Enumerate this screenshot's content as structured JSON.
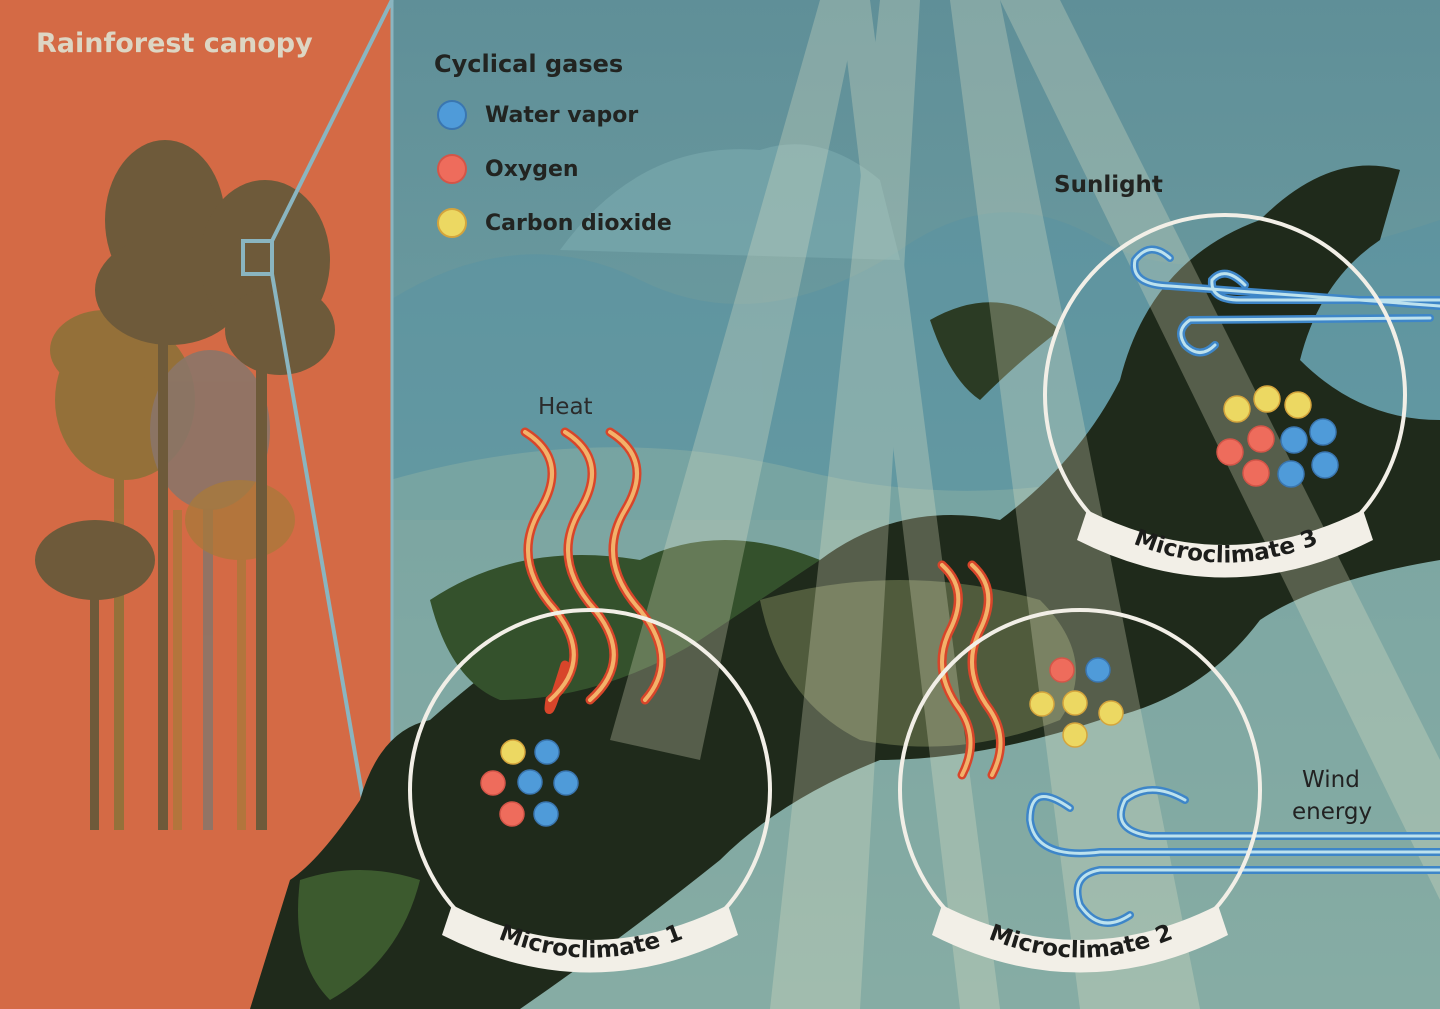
{
  "title": "Rainforest canopy",
  "legend": {
    "title": "Cyclical gases",
    "items": [
      {
        "label": "Water vapor",
        "color": "#4f9bd9",
        "border": "#3a76b0"
      },
      {
        "label": "Oxygen",
        "color": "#ee6c5c",
        "border": "#d45548"
      },
      {
        "label": "Carbon dioxide",
        "color": "#ecd862",
        "border": "#d4a43c"
      }
    ]
  },
  "labels": {
    "sunlight": "Sunlight",
    "heat": "Heat",
    "wind_line1": "Wind",
    "wind_line2": "energy"
  },
  "microclimates": [
    {
      "label": "Microclimate 1",
      "water_vapor": 4,
      "oxygen": 2,
      "carbon_dioxide": 1
    },
    {
      "label": "Microclimate 2",
      "water_vapor": 1,
      "oxygen": 1,
      "carbon_dioxide": 4
    },
    {
      "label": "Microclimate 3",
      "water_vapor": 4,
      "oxygen": 3,
      "carbon_dioxide": 3
    }
  ],
  "colors": {
    "left_panel": "#d46a45",
    "sky": "#6f9ea1",
    "foliage_dark": "#1f2a1b",
    "foliage_mid": "#34512c",
    "tree_brown": "#6e5a3a",
    "zoom_line": "#8ab5c0",
    "circle": "#f2efe7",
    "heat": "#e8582e",
    "wind": "#5aa0d8"
  }
}
